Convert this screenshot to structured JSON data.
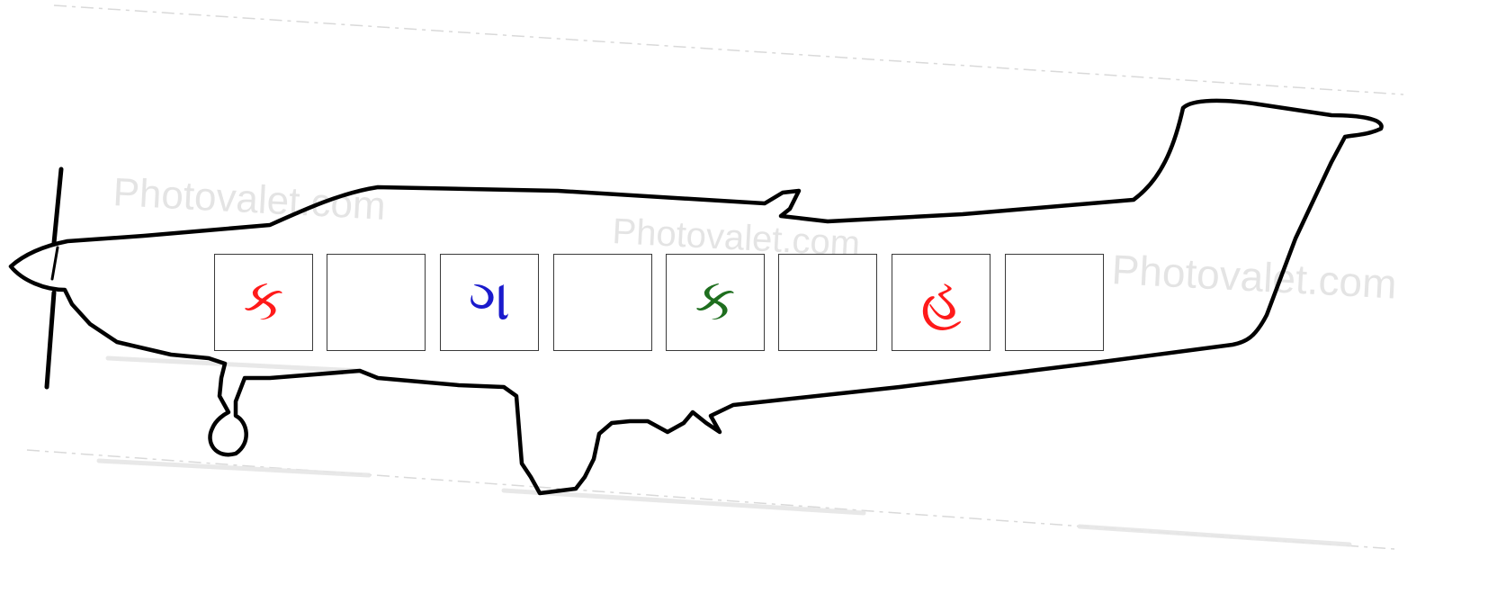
{
  "watermarks": [
    "Photovalet.com",
    "Photovalet.com",
    "Photovalet.com"
  ],
  "slots": [
    {
      "char": "ક",
      "color": "#ff1a1a"
    },
    {
      "char": "",
      "color": "#000000"
    },
    {
      "char": "ગ",
      "color": "#1a1acc"
    },
    {
      "char": "",
      "color": "#000000"
    },
    {
      "char": "ક",
      "color": "#1e6e1e"
    },
    {
      "char": "",
      "color": "#000000"
    },
    {
      "char": "હ",
      "color": "#ff1a1a"
    },
    {
      "char": "",
      "color": "#000000"
    }
  ]
}
